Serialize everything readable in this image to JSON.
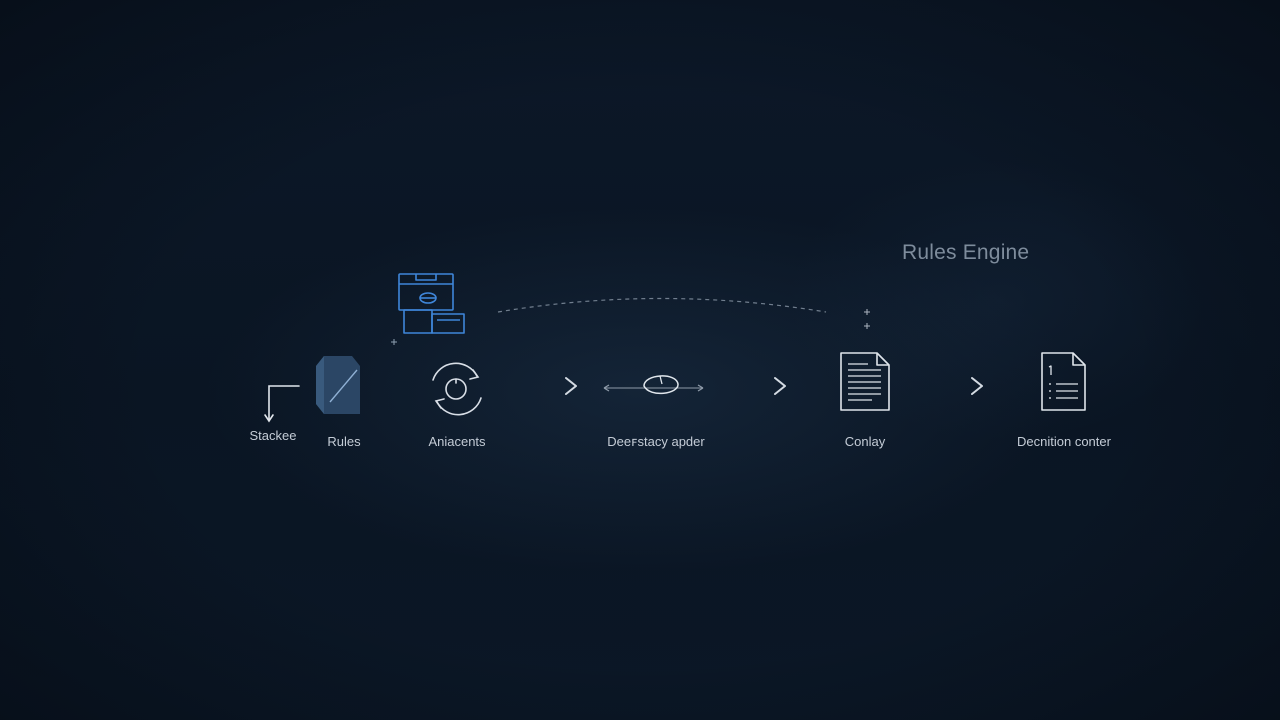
{
  "diagram": {
    "title": "Rules Engine",
    "nodes": [
      {
        "id": "stackee",
        "label": "Stackee",
        "icon": "corner-arrow-icon"
      },
      {
        "id": "rules",
        "label": "Rules",
        "icon": "rules-block-icon"
      },
      {
        "id": "aniacents",
        "label": "Aniacents",
        "icon": "cycle-icon"
      },
      {
        "id": "desktop",
        "label": "Deeꜰstacy apder",
        "icon": "mouse-icon"
      },
      {
        "id": "conlay",
        "label": "Conlay",
        "icon": "document-icon"
      },
      {
        "id": "decision",
        "label": "Decnition conter",
        "icon": "document-list-icon"
      }
    ],
    "header_icon": "stacked-boxes-icon",
    "colors": {
      "background": "#0b1726",
      "accent": "#3f86d9",
      "line": "#aeb8c4",
      "text": "#c4ccd6",
      "title": "#7e8c9c"
    }
  }
}
